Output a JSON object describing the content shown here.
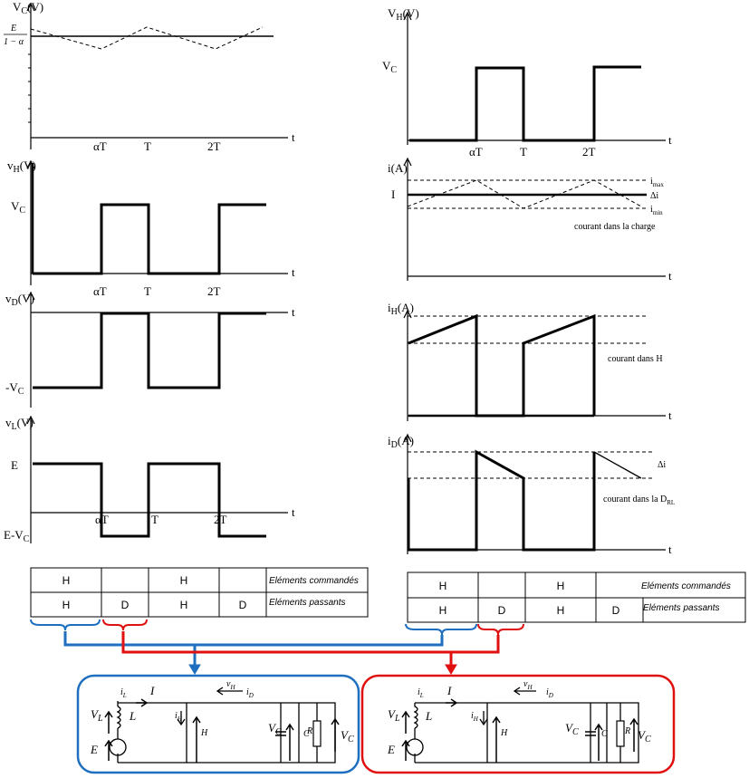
{
  "left": {
    "vc": {
      "ylabel": "V",
      "ylabel_sub": "C",
      "ylabel_unit": "(V)",
      "level_num": "E",
      "level_den": "1 − α"
    },
    "vh": {
      "ylabel": "v",
      "ylabel_sub": "H",
      "ylabel_unit": "(V)",
      "level": "V",
      "level_sub": "C"
    },
    "vd": {
      "ylabel": "v",
      "ylabel_sub": "D",
      "ylabel_unit": "(V)",
      "level": "-V",
      "level_sub": "C"
    },
    "vl": {
      "ylabel": "v",
      "ylabel_sub": "L",
      "ylabel_unit": "(V)",
      "level_top": "E",
      "level_bot": "E-V",
      "level_bot_sub": "C"
    },
    "t": "t",
    "at": "αT",
    "T": "T",
    "twoT": "2T"
  },
  "right": {
    "vh": {
      "ylabel": "V",
      "ylabel_sub": "H",
      "ylabel_unit": "(V)",
      "level": "V",
      "level_sub": "C"
    },
    "i": {
      "ylabel": "i(A)",
      "imax": "i",
      "imax_sub": "max",
      "imin": "i",
      "imin_sub": "min",
      "I": "I",
      "di": "Δi",
      "caption": "courant dans la charge"
    },
    "ih": {
      "ylabel": "i",
      "ylabel_sub": "H",
      "ylabel_unit": "(A)",
      "caption": "courant dans H"
    },
    "id": {
      "ylabel": "i",
      "ylabel_sub": "D",
      "ylabel_unit": "(A)",
      "di": "Δi",
      "caption": "courant dans la D",
      "caption_sub": "RL"
    },
    "t": "t",
    "at": "αT",
    "T": "T",
    "twoT": "2T"
  },
  "table_left": {
    "row1": [
      "H",
      "",
      "H",
      "",
      "Eléments commandés"
    ],
    "row2": [
      "H",
      "D",
      "H",
      "D",
      "Eléments passants"
    ]
  },
  "table_right": {
    "row1": [
      "H",
      "",
      "H",
      "Eléments commandés"
    ],
    "row2": [
      "H",
      "D",
      "H",
      "D",
      "Eléments passants"
    ]
  },
  "circuit": {
    "VL": "V",
    "VL_sub": "L",
    "iL": "i",
    "iL_sub": "L",
    "L": "L",
    "I": "I",
    "vH": "v",
    "vH_sub": "H",
    "iD": "i",
    "iD_sub": "D",
    "iH": "i",
    "iH_sub": "H",
    "E": "E",
    "VC": "V",
    "VC_sub": "C",
    "C": "C",
    "R": "R"
  },
  "colors": {
    "blue": "#1f6fc0",
    "red": "#e01010"
  }
}
